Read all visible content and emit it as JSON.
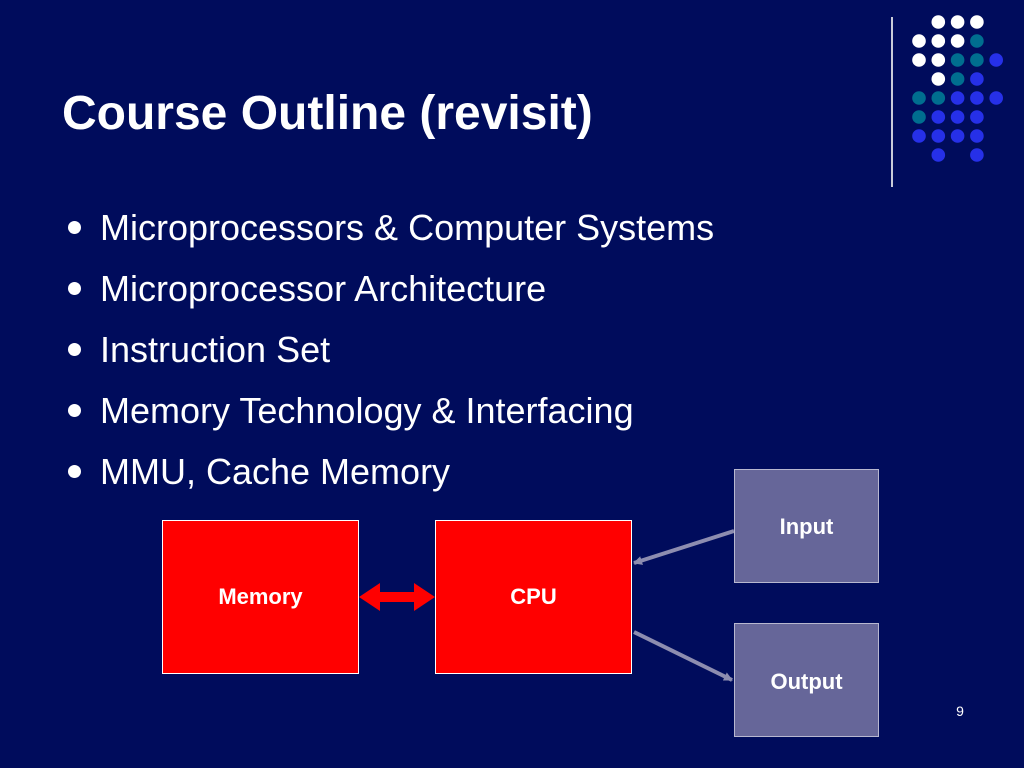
{
  "slide": {
    "title": "Course Outline (revisit)",
    "page_number": "9"
  },
  "bullets": [
    "Microprocessors & Computer Systems",
    "Microprocessor Architecture",
    "Instruction Set",
    "Memory Technology & Interfacing",
    "MMU, Cache Memory"
  ],
  "diagram": {
    "memory_label": "Memory",
    "cpu_label": "CPU",
    "input_label": "Input",
    "output_label": "Output"
  },
  "colors": {
    "background": "#000C5C",
    "text": "#FFFFFF",
    "block_red": "#FF0000",
    "block_gray": "#666699",
    "connector": "#8D8DB0",
    "double_arrow": "#FF0000",
    "dot_white": "#FFFFFF",
    "dot_teal": "#006E8F",
    "dot_blue": "#2630E8"
  }
}
